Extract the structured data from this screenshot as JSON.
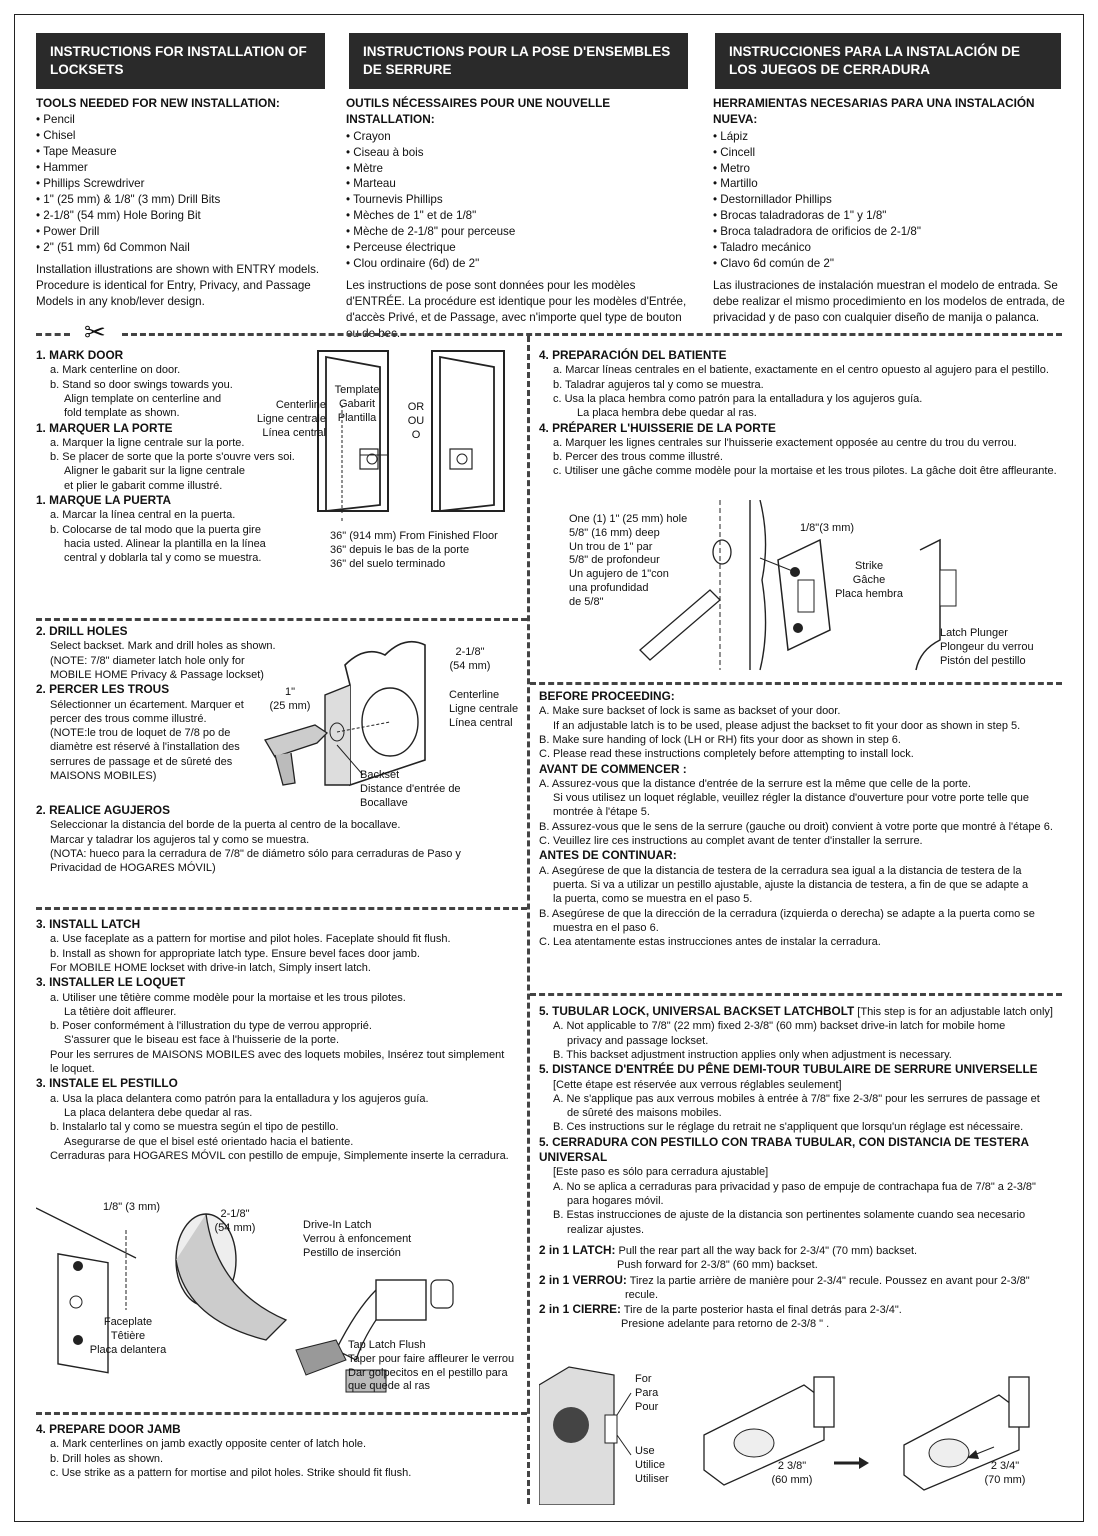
{
  "headers": {
    "en": "INSTRUCTIONS FOR INSTALLATION OF LOCKSETS",
    "fr": "INSTRUCTIONS POUR LA POSE D'ENSEMBLES DE SERRURE",
    "es": "INSTRUCCIONES PARA LA INSTALACIÓN DE LOS JUEGOS DE CERRADURA"
  },
  "tools": {
    "en": {
      "title": "TOOLS NEEDED FOR NEW INSTALLATION:",
      "items": [
        "Pencil",
        "Chisel",
        "Tape Measure",
        "Hammer",
        "Phillips Screwdriver",
        "1\" (25 mm) & 1/8\" (3 mm) Drill Bits",
        "2-1/8\" (54 mm) Hole Boring Bit",
        "Power Drill",
        "2\" (51 mm) 6d Common Nail"
      ],
      "note": "Installation illustrations are shown with ENTRY models. Procedure is identical for Entry, Privacy, and Passage Models in any knob/lever design."
    },
    "fr": {
      "title": "OUTILS NÉCESSAIRES POUR UNE NOUVELLE INSTALLATION:",
      "items": [
        "Crayon",
        "Ciseau à bois",
        "Mètre",
        "Marteau",
        "Tournevis Phillips",
        "Mèches de 1\" et de 1/8\"",
        "Mèche de 2-1/8\" pour perceuse",
        "Perceuse électrique",
        "Clou ordinaire (6d) de 2\""
      ],
      "note": "Les instructions de pose sont données pour les modèles d'ENTRÉE. La procédure est identique pour les modèles d'Entrée, d'accès Privé, et de Passage, avec n'importe quel type de bouton ou de bec."
    },
    "es": {
      "title": "HERRAMIENTAS NECESARIAS PARA UNA INSTALACIÓN NUEVA:",
      "items": [
        "Lápiz",
        "Cincell",
        "Metro",
        "Martillo",
        "Destornillador Phillips",
        "Brocas taladradoras de 1\" y 1/8\"",
        "Broca taladradora de orificios de 2-1/8\"",
        "Taladro mecánico",
        "Clavo 6d común de 2\""
      ],
      "note": "Las ilustraciones de instalación muestran el modelo de entrada. Se debe realizar el mismo procedimiento en los modelos de entrada, de privacidad y de paso con cualquier diseño de manija o palanca."
    }
  },
  "step1": {
    "en_title": "1. MARK DOOR",
    "en_a": "a. Mark centerline on door.",
    "en_b1": "b. Stand so door swings towards you.",
    "en_b2": "Align template on centerline and",
    "en_b3": "fold template as shown.",
    "fr_title": "1. MARQUER LA PORTE",
    "fr_a": "a. Marquer la ligne centrale sur la porte.",
    "fr_b1": "b. Se placer de sorte que la porte s'ouvre vers soi.",
    "fr_b2": "Aligner le gabarit sur la ligne centrale",
    "fr_b3": "et plier le gabarit comme illustré.",
    "es_title": "1. MARQUE LA PUERTA",
    "es_a": "a. Marcar la línea central en la puerta.",
    "es_b1": "b. Colocarse de tal modo que la puerta gire",
    "es_b2": "hacia usted. Alinear la plantilla en la línea",
    "es_b3": "central y doblarla tal y como se muestra.",
    "lbl_template": [
      "Template",
      "Gabarit",
      "Plantilla"
    ],
    "lbl_centerline": [
      "Centerline",
      "Ligne centrale",
      "Línea central"
    ],
    "lbl_or": [
      "OR",
      "OU",
      "O"
    ],
    "lbl_floor": [
      "36\" (914 mm) From Finished Floor",
      "36\" depuis le bas de la porte",
      "36\" del suelo terminado"
    ]
  },
  "step2": {
    "en_title": "2. DRILL HOLES",
    "en_1": "Select backset. Mark and drill holes as shown.",
    "en_2": "(NOTE: 7/8\" diameter latch hole only for",
    "en_3": "MOBILE HOME Privacy & Passage lockset)",
    "fr_title": "2. PERCER LES TROUS",
    "fr_1": "Sélectionner un écartement. Marquer et",
    "fr_2": "percer des trous comme illustré.",
    "fr_3": "(NOTE:le trou de loquet de 7/8 po de",
    "fr_4": "diamètre est réservé à l'installation des",
    "fr_5": "serrures de passage et de sûreté des",
    "fr_6": "MAISONS MOBILES)",
    "es_title": "2. REALICE AGUJEROS",
    "es_1": "Seleccionar la distancia del borde de la puerta al centro de la bocallave.",
    "es_2": "Marcar y taladrar los agujeros tal y como se muestra.",
    "es_3": "(NOTA:  hueco para la cerradura de 7/8\" de diámetro sólo para cerraduras de Paso y",
    "es_4": "Privacidad de HOGARES MÓVIL)",
    "lbl_big": [
      "2-1/8\"",
      "(54 mm)"
    ],
    "lbl_small": [
      "1\"",
      "(25 mm)"
    ],
    "lbl_center": [
      "Centerline",
      "Ligne centrale",
      "Línea central"
    ],
    "lbl_backset": [
      "Backset",
      "Distance d'entrée de",
      "Bocallave"
    ]
  },
  "step3": {
    "en_title": "3. INSTALL LATCH",
    "en_a": "a. Use faceplate as a pattern for mortise and pilot holes. Faceplate should fit flush.",
    "en_b": "b. Install as shown for appropriate latch type. Ensure bevel faces door jamb.",
    "en_c": "For MOBILE HOME lockset with drive-in latch, Simply insert latch.",
    "fr_title": "3. INSTALLER LE LOQUET",
    "fr_a1": "a. Utiliser une têtière comme modèle pour la mortaise et les trous pilotes.",
    "fr_a2": "La têtière doit affleurer.",
    "fr_b1": "b. Poser conformément à l'illustration du type de verrou approprié.",
    "fr_b2": "S'assurer que le biseau est face à l'huisserie de la porte.",
    "fr_c1": "Pour les serrures de MAISONS MOBILES avec des loquets mobiles, Insérez tout simplement",
    "fr_c2": "le loquet.",
    "es_title": "3. INSTALE EL PESTILLO",
    "es_a1": "a. Usa la placa delantera como patrón para la entalladura y los agujeros guía.",
    "es_a2": "La placa delantera debe quedar al ras.",
    "es_b1": "b. Instalarlo tal y como se muestra según el tipo de pestillo.",
    "es_b2": "Asegurarse de que el bisel esté orientado hacia el batiente.",
    "es_c": "Cerraduras para HOGARES MÓVIL con pestillo de empuje, Simplemente inserte la cerradura.",
    "lbl_eighth": "1/8\" (3 mm)",
    "lbl_big": [
      "2-1/8\"",
      "(54 mm)"
    ],
    "lbl_face": [
      "Faceplate",
      "Têtière",
      "Placa delantera"
    ],
    "lbl_drive": [
      "Drive-In Latch",
      "Verrou à enfoncement",
      "Pestillo de inserción"
    ],
    "lbl_tap": [
      "Tap Latch Flush",
      "Taper pour faire affleurer le verrou",
      "Dar golpecitos en el pestillo para",
      "que quede al ras"
    ]
  },
  "step4left": {
    "en_title": "4. PREPARE DOOR JAMB",
    "en_a": "a. Mark centerlines on jamb exactly opposite center of latch hole.",
    "en_b": "b. Drill holes as shown.",
    "en_c": "c. Use strike as a pattern for mortise and pilot holes. Strike should fit flush."
  },
  "step4right": {
    "es_title": "4. PREPARACIÓN DEL BATIENTE",
    "es_a": "a. Marcar líneas centrales en el batiente, exactamente en el centro opuesto al agujero para el pestillo.",
    "es_b": "b. Taladrar agujeros tal y como se muestra.",
    "es_c1": "c. Usa la placa hembra como patrón para la entalladura y los agujeros guía.",
    "es_c2": "La placa hembra debe quedar al ras.",
    "fr_title": "4. PRÉPARER L'HUISSERIE DE LA PORTE",
    "fr_a": "a. Marquer les lignes centrales sur l'huisserie exactement opposée au centre du trou du verrou.",
    "fr_b": "b. Percer des trous comme illustré.",
    "fr_c": "c. Utiliser une gâche comme modèle pour la mortaise et les trous pilotes. La gâche doit être affleurante.",
    "lbl_hole": [
      "One (1) 1\" (25 mm) hole",
      "5/8\" (16 mm) deep",
      "Un trou de 1\" par",
      "5/8\" de profondeur",
      "Un agujero de 1\"con",
      "una profundidad",
      "de 5/8\""
    ],
    "lbl_eighth": "1/8\"(3 mm)",
    "lbl_strike": [
      "Strike",
      "Gâche",
      "Placa hembra"
    ],
    "lbl_plunger": [
      "Latch Plunger",
      "Plongeur du verrou",
      "Pistón del pestillo"
    ]
  },
  "before": {
    "en_title": "BEFORE PROCEEDING:",
    "en_a1": "A. Make sure backset of lock is same as backset of your door.",
    "en_a2": "If an adjustable latch is to be used, please adjust the backset to fit your door as shown in step 5.",
    "en_b": "B. Make sure handing of lock (LH or RH) fits your door as shown in step 6.",
    "en_c": "C. Please read these instructions completely before attempting to install lock.",
    "fr_title": "AVANT DE COMMENCER :",
    "fr_a1": "A. Assurez-vous que la distance d'entrée de la serrure est la même que celle de la porte.",
    "fr_a2": "Si vous utilisez un loquet réglable, veuillez régler la distance d'ouverture pour votre porte telle que",
    "fr_a3": "montrée à l'étape 5.",
    "fr_b": "B. Assurez-vous que le sens de la serrure (gauche ou droit) convient à votre porte que montré à l'étape 6.",
    "fr_c": "C. Veuillez lire ces instructions au complet avant de tenter d'installer la serrure.",
    "es_title": "ANTES DE CONTINUAR:",
    "es_a1": "A. Asegúrese de que la distancia de testera de la cerradura sea igual a la distancia de testera de la",
    "es_a2": "puerta. Si va a utilizar un pestillo ajustable, ajuste la distancia de testera, a fin de que se adapte a",
    "es_a3": "la puerta, como se muestra en el paso 5.",
    "es_b1": "B. Asegúrese de que la dirección de la cerradura (izquierda o derecha) se adapte a la puerta como se",
    "es_b2": "muestra en el paso 6.",
    "es_c": "C. Lea atentamente estas instrucciones antes de instalar la cerradura."
  },
  "step5": {
    "en_title": "5. TUBULAR LOCK, UNIVERSAL BACKSET LATCHBOLT",
    "en_note": " [This step is for an adjustable latch only]",
    "en_a1": "A. Not applicable to 7/8\" (22 mm) fixed 2-3/8\" (60 mm) backset drive-in latch for mobile home",
    "en_a2": "privacy and passage lockset.",
    "en_b": "B. This backset adjustment instruction applies only when adjustment is necessary.",
    "fr_title": "5. DISTANCE D'ENTRÉE DU PÊNE DEMI-TOUR TUBULAIRE DE SERRURE UNIVERSELLE",
    "fr_note": "[Cette étape est réservée aux verrous réglables seulement]",
    "fr_a1": "A. Ne s'applique pas aux verrous mobiles à entrée à 7/8\" fixe 2-3/8\" pour les serrures de passage et",
    "fr_a2": "de sûreté des maisons mobiles.",
    "fr_b": "B. Ces instructions sur le réglage du retrait ne s'appliquent que lorsqu'un réglage est nécessaire.",
    "es_title": "5. CERRADURA CON PESTILLO CON TRABA TUBULAR, CON DISTANCIA DE TESTERA UNIVERSAL",
    "es_note": "[Este paso es sólo para cerradura ajustable]",
    "es_a1": "A. No se aplica a cerraduras para privacidad y paso de empuje de contrachapa fua de 7/8\" a 2-3/8\"",
    "es_a2": "para hogares móvil.",
    "es_b1": "B. Estas instrucciones de ajuste de la distancia son pertinentes solamente cuando sea necesario",
    "es_b2": "realizar ajustes.",
    "latch_en_b": "2 in 1 LATCH:",
    "latch_en_1": " Pull the rear part all the way back for 2-3/4\" (70 mm) backset.",
    "latch_en_2": "Push forward for 2-3/8\" (60 mm) backset.",
    "latch_fr_b": "2 in 1 VERROU:",
    "latch_fr_1": " Tirez la partie arrière de manière pour 2-3/4\" recule. Poussez en avant pour 2-3/8\"",
    "latch_fr_2": "recule.",
    "latch_es_b": "2 in 1 CIERRE:",
    "latch_es_1": " Tire de la parte posterior hasta el final detrás para 2-3/4\".",
    "latch_es_2": "Presione adelante para retorno de 2-3/8 \" .",
    "lbl_for": [
      "For",
      "Para",
      "Pour"
    ],
    "lbl_use": [
      "Use",
      "Utilice",
      "Utiliser"
    ],
    "lbl_60": [
      "2 3/8\"",
      "(60 mm)"
    ],
    "lbl_70": [
      "2 3/4\"",
      "(70 mm)"
    ]
  }
}
